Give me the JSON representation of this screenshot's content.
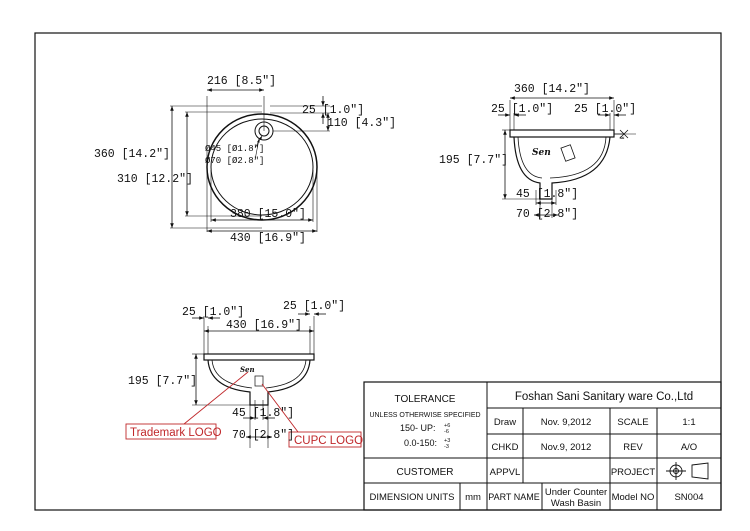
{
  "top_view": {
    "d216": "216 [8.5\"]",
    "d25": "25 [1.0\"]",
    "d110": "110 [4.3\"]",
    "d45": "Ø45 [Ø1.8\"]",
    "d70": "Ø70 [Ø2.8\"]",
    "d360": "360 [14.2\"]",
    "d310": "310 [12.2\"]",
    "d380": "380 [15.0\"]",
    "d430": "430 [16.9\"]"
  },
  "side_view": {
    "d360": "360 [14.2\"]",
    "d25a": "25 [1.0\"]",
    "d25b": "25 [1.0\"]",
    "d195": "195 [7.7\"]",
    "d45": "45 [1.8\"]",
    "d70": "70 [2.8\"]",
    "logo": "Sen"
  },
  "front_view": {
    "d25a": "25 [1.0\"]",
    "d25b": "25 [1.0\"]",
    "d430": "430 [16.9\"]",
    "d195": "195 [7.7\"]",
    "d45": "45 [1.8\"]",
    "d70": "70 [2.8\"]",
    "logo": "Sen",
    "trademark_label": "Trademark LOGO",
    "cupc_label": "CUPC LOGO"
  },
  "title_block": {
    "tolerance": "TOLERANCE",
    "unless": "UNLESS OTHERWISE SPECIFIED",
    "tol1": "150- UP:",
    "tol1_sup": "+6",
    "tol1_sub": "-6",
    "tol2": "0.0-150:",
    "tol2_sup": "+3",
    "tol2_sub": "-3",
    "company": "Foshan Sani Sanitary ware Co.,Ltd",
    "draw_label": "Draw",
    "draw_date": "Nov. 9,2012",
    "scale_label": "SCALE",
    "scale_value": "1:1",
    "chkd_label": "CHKD",
    "chkd_date": "Nov.9, 2012",
    "rev_label": "REV",
    "rev_value": "A/O",
    "customer_label": "CUSTOMER",
    "appvl_label": "APPVL",
    "project_label": "PROJECT",
    "dim_units_label": "DIMENSION UNITS",
    "units": "mm",
    "part_name_label": "PART NAME",
    "part_name_line1": "Under Counter",
    "part_name_line2": "Wash Basin",
    "model_label": "Model NO",
    "model_value": "SN004"
  }
}
